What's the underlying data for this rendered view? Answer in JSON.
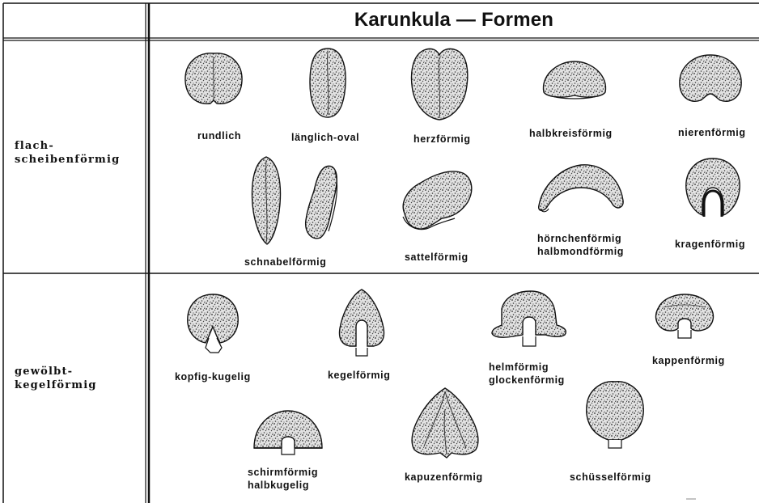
{
  "title": "Karunkula — Formen",
  "rows": [
    {
      "label_lines": [
        "flach-",
        "scheibenförmig"
      ]
    },
    {
      "label_lines": [
        "gewölbt-",
        "kegelförmig"
      ]
    }
  ],
  "forms_flat": {
    "rundlich": "rundlich",
    "laenglich_oval": "länglich-oval",
    "herzfoermig": "herzförmig",
    "halbkreisfoermig": "halbkreisförmig",
    "nierenfoermig": "nierenförmig",
    "schnabelfoermig": "schnabelförmig",
    "sattelfoermig": "sattelförmig",
    "hoernchen_lines": [
      "hörnchenförmig",
      "halbmondförmig"
    ],
    "kragenfoermig": "kragenförmig"
  },
  "forms_conical": {
    "kopfig_kugelig": "kopfig-kugelig",
    "kegelfoermig": "kegelförmig",
    "helm_lines": [
      "helmförmig",
      "glockenförmig"
    ],
    "kappenfoermig": "kappenförmig",
    "schirm_lines": [
      "schirmförmig",
      "halbkugelig"
    ],
    "kapuzenfoermig": "kapuzenförmig",
    "schuesselfoermig": "schüsselförmig"
  }
}
